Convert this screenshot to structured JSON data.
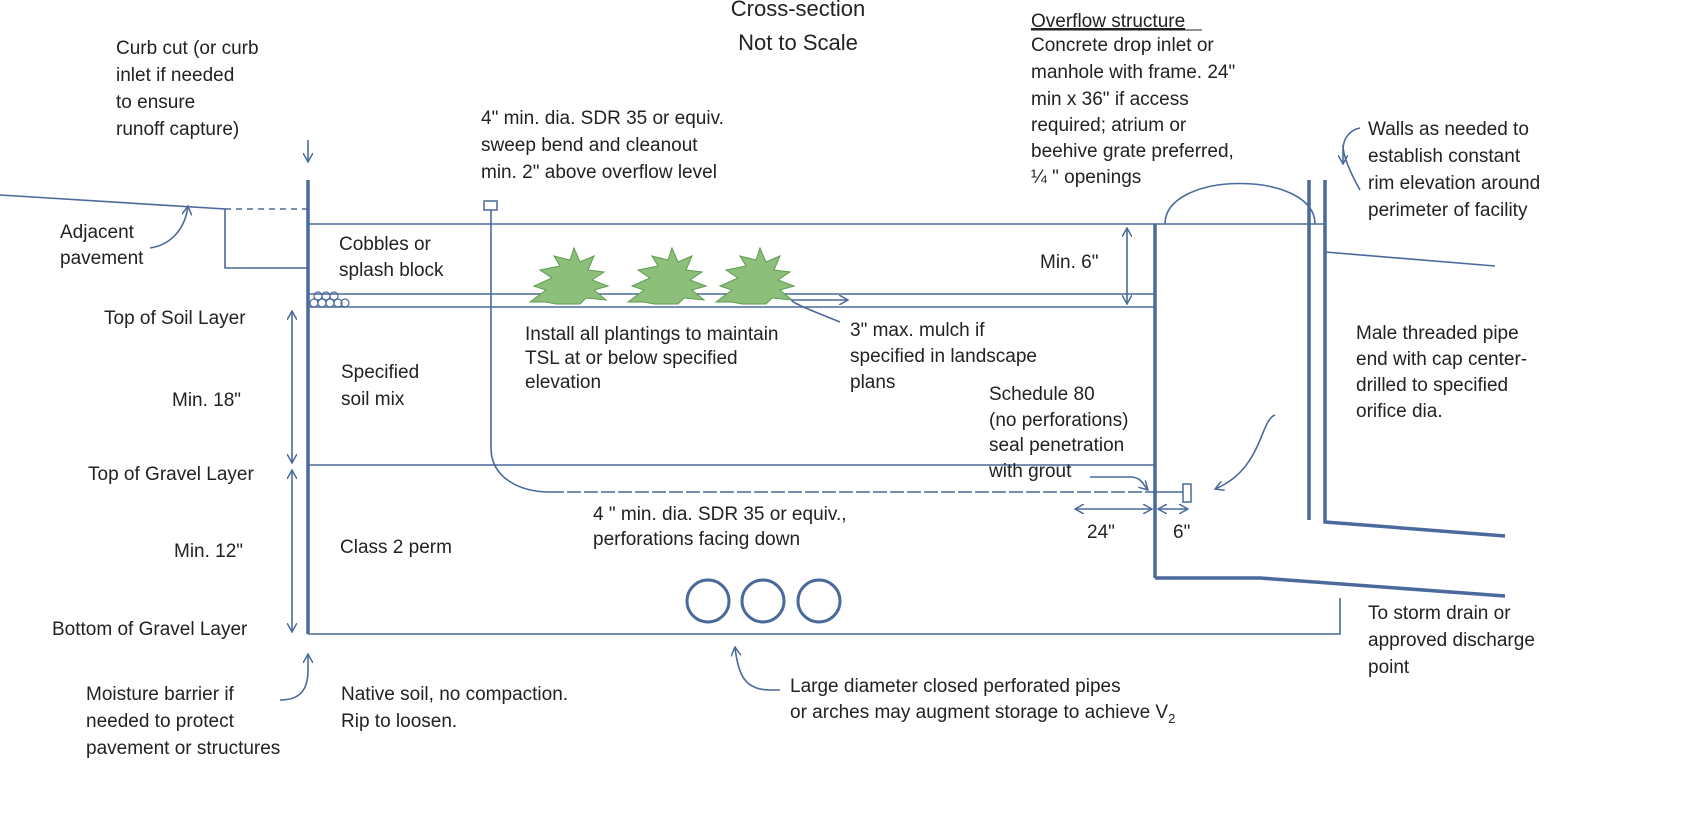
{
  "title": {
    "line1": "Cross-section",
    "line2": "Not to Scale"
  },
  "labels": {
    "curb_cut": [
      "Curb cut (or curb",
      "inlet if needed",
      "to ensure",
      "runoff capture)"
    ],
    "sweep_bend": [
      "4\" min. dia. SDR 35 or equiv.",
      "sweep bend and cleanout",
      "min. 2\" above overflow level"
    ],
    "overflow_heading": "Overflow structure",
    "overflow_body": [
      "Concrete drop inlet or",
      "manhole with frame. 24\"",
      "min x 36\" if access",
      "required; atrium or",
      "beehive grate preferred,",
      "¼ \" openings"
    ],
    "walls": [
      "Walls as needed to",
      "establish constant",
      "rim elevation around",
      "perimeter of facility"
    ],
    "adjacent_pavement": [
      "Adjacent",
      "pavement"
    ],
    "cobbles": [
      "Cobbles or",
      "splash block"
    ],
    "min_6": "Min. 6\"",
    "top_soil": "Top of Soil Layer",
    "install_plantings": [
      "Install all plantings to maintain",
      "TSL at or below specified",
      "elevation"
    ],
    "mulch": [
      "3\" max. mulch if",
      "specified in landscape",
      "plans"
    ],
    "male_threaded": [
      "Male threaded pipe",
      "end with cap center-",
      "drilled to specified",
      "orifice dia."
    ],
    "specified_soil": [
      "Specified",
      "soil mix"
    ],
    "min_18": "Min. 18\"",
    "schedule_80": [
      "Schedule 80",
      "(no perforations)",
      "seal penetration",
      "with grout"
    ],
    "top_gravel": "Top of Gravel Layer",
    "underdrain": [
      "4 \" min. dia. SDR 35 or equiv.,",
      "perforations facing down"
    ],
    "dim_24": "24\"",
    "dim_6": "6\"",
    "min_12": "Min. 12\"",
    "class2": "Class 2 perm",
    "bottom_gravel": "Bottom of Gravel Layer",
    "storm_drain": [
      "To storm drain or",
      "approved discharge",
      "point"
    ],
    "moisture_barrier": [
      "Moisture barrier if",
      "needed to protect",
      "pavement or structures"
    ],
    "native_soil": [
      "Native soil, no compaction.",
      "Rip to loosen."
    ],
    "large_pipes": [
      "Large diameter closed perforated pipes",
      "or arches may augment storage to achieve V"
    ],
    "large_pipes_sub": "2"
  },
  "colors": {
    "line": "#4a6a9c",
    "text": "#222222",
    "plant": "#8cc07a",
    "plant_dark": "#5f9a52"
  },
  "icons": [
    "plant-icon",
    "gravel-pebble-icon",
    "cleanout-cap-icon",
    "orifice-cap-icon",
    "grate-dome-icon",
    "storage-pipe-icon"
  ]
}
